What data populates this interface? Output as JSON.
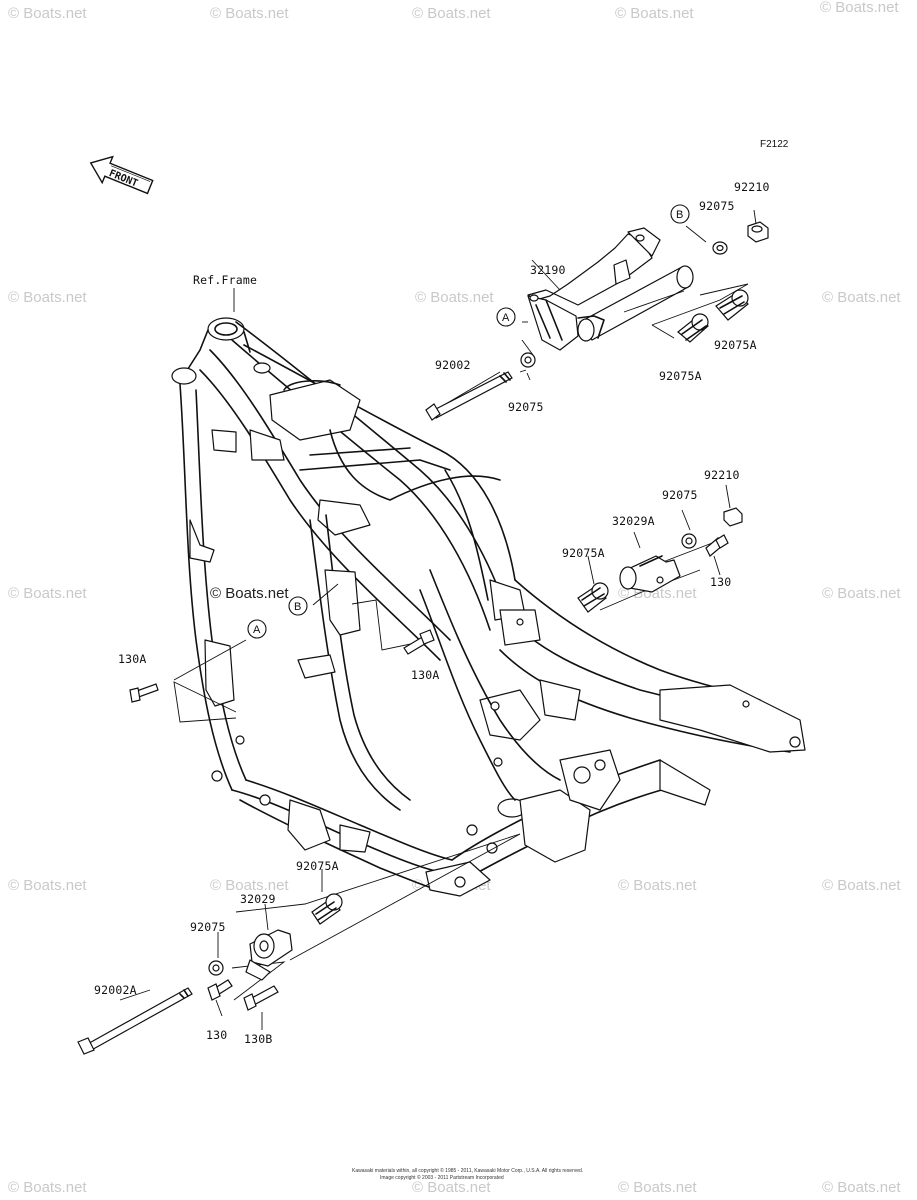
{
  "diagram": {
    "figure_code": "F2122",
    "front_label": "FRONT",
    "ref_frame": "Ref.Frame",
    "watermark": "© Boats.net",
    "copyright": "Kawasaki materials within, all copyright © 1985 - 2011, Kawasaki Motor Corp., U.S.A. All rights reserved.",
    "copyright2": "Image copyright © 2003 - 2011 Partstream Incorporated",
    "callouts": {
      "a": "A",
      "b": "B"
    },
    "parts": {
      "p92210_top": "92210",
      "p92075_top": "92075",
      "p32190": "32190",
      "p92075A_r1": "92075A",
      "p92075A_r2": "92075A",
      "p92002": "92002",
      "p92075_mid": "92075",
      "p92210_mid": "92210",
      "p92075_mid2": "92075",
      "p32029A": "32029A",
      "p92075A_mid": "92075A",
      "p130_mid": "130",
      "p130A_left": "130A",
      "p130A_center": "130A",
      "p92075A_low": "92075A",
      "p32029": "32029",
      "p92075_low": "92075",
      "p92002A": "92002A",
      "p130_low": "130",
      "p130B": "130B"
    }
  }
}
